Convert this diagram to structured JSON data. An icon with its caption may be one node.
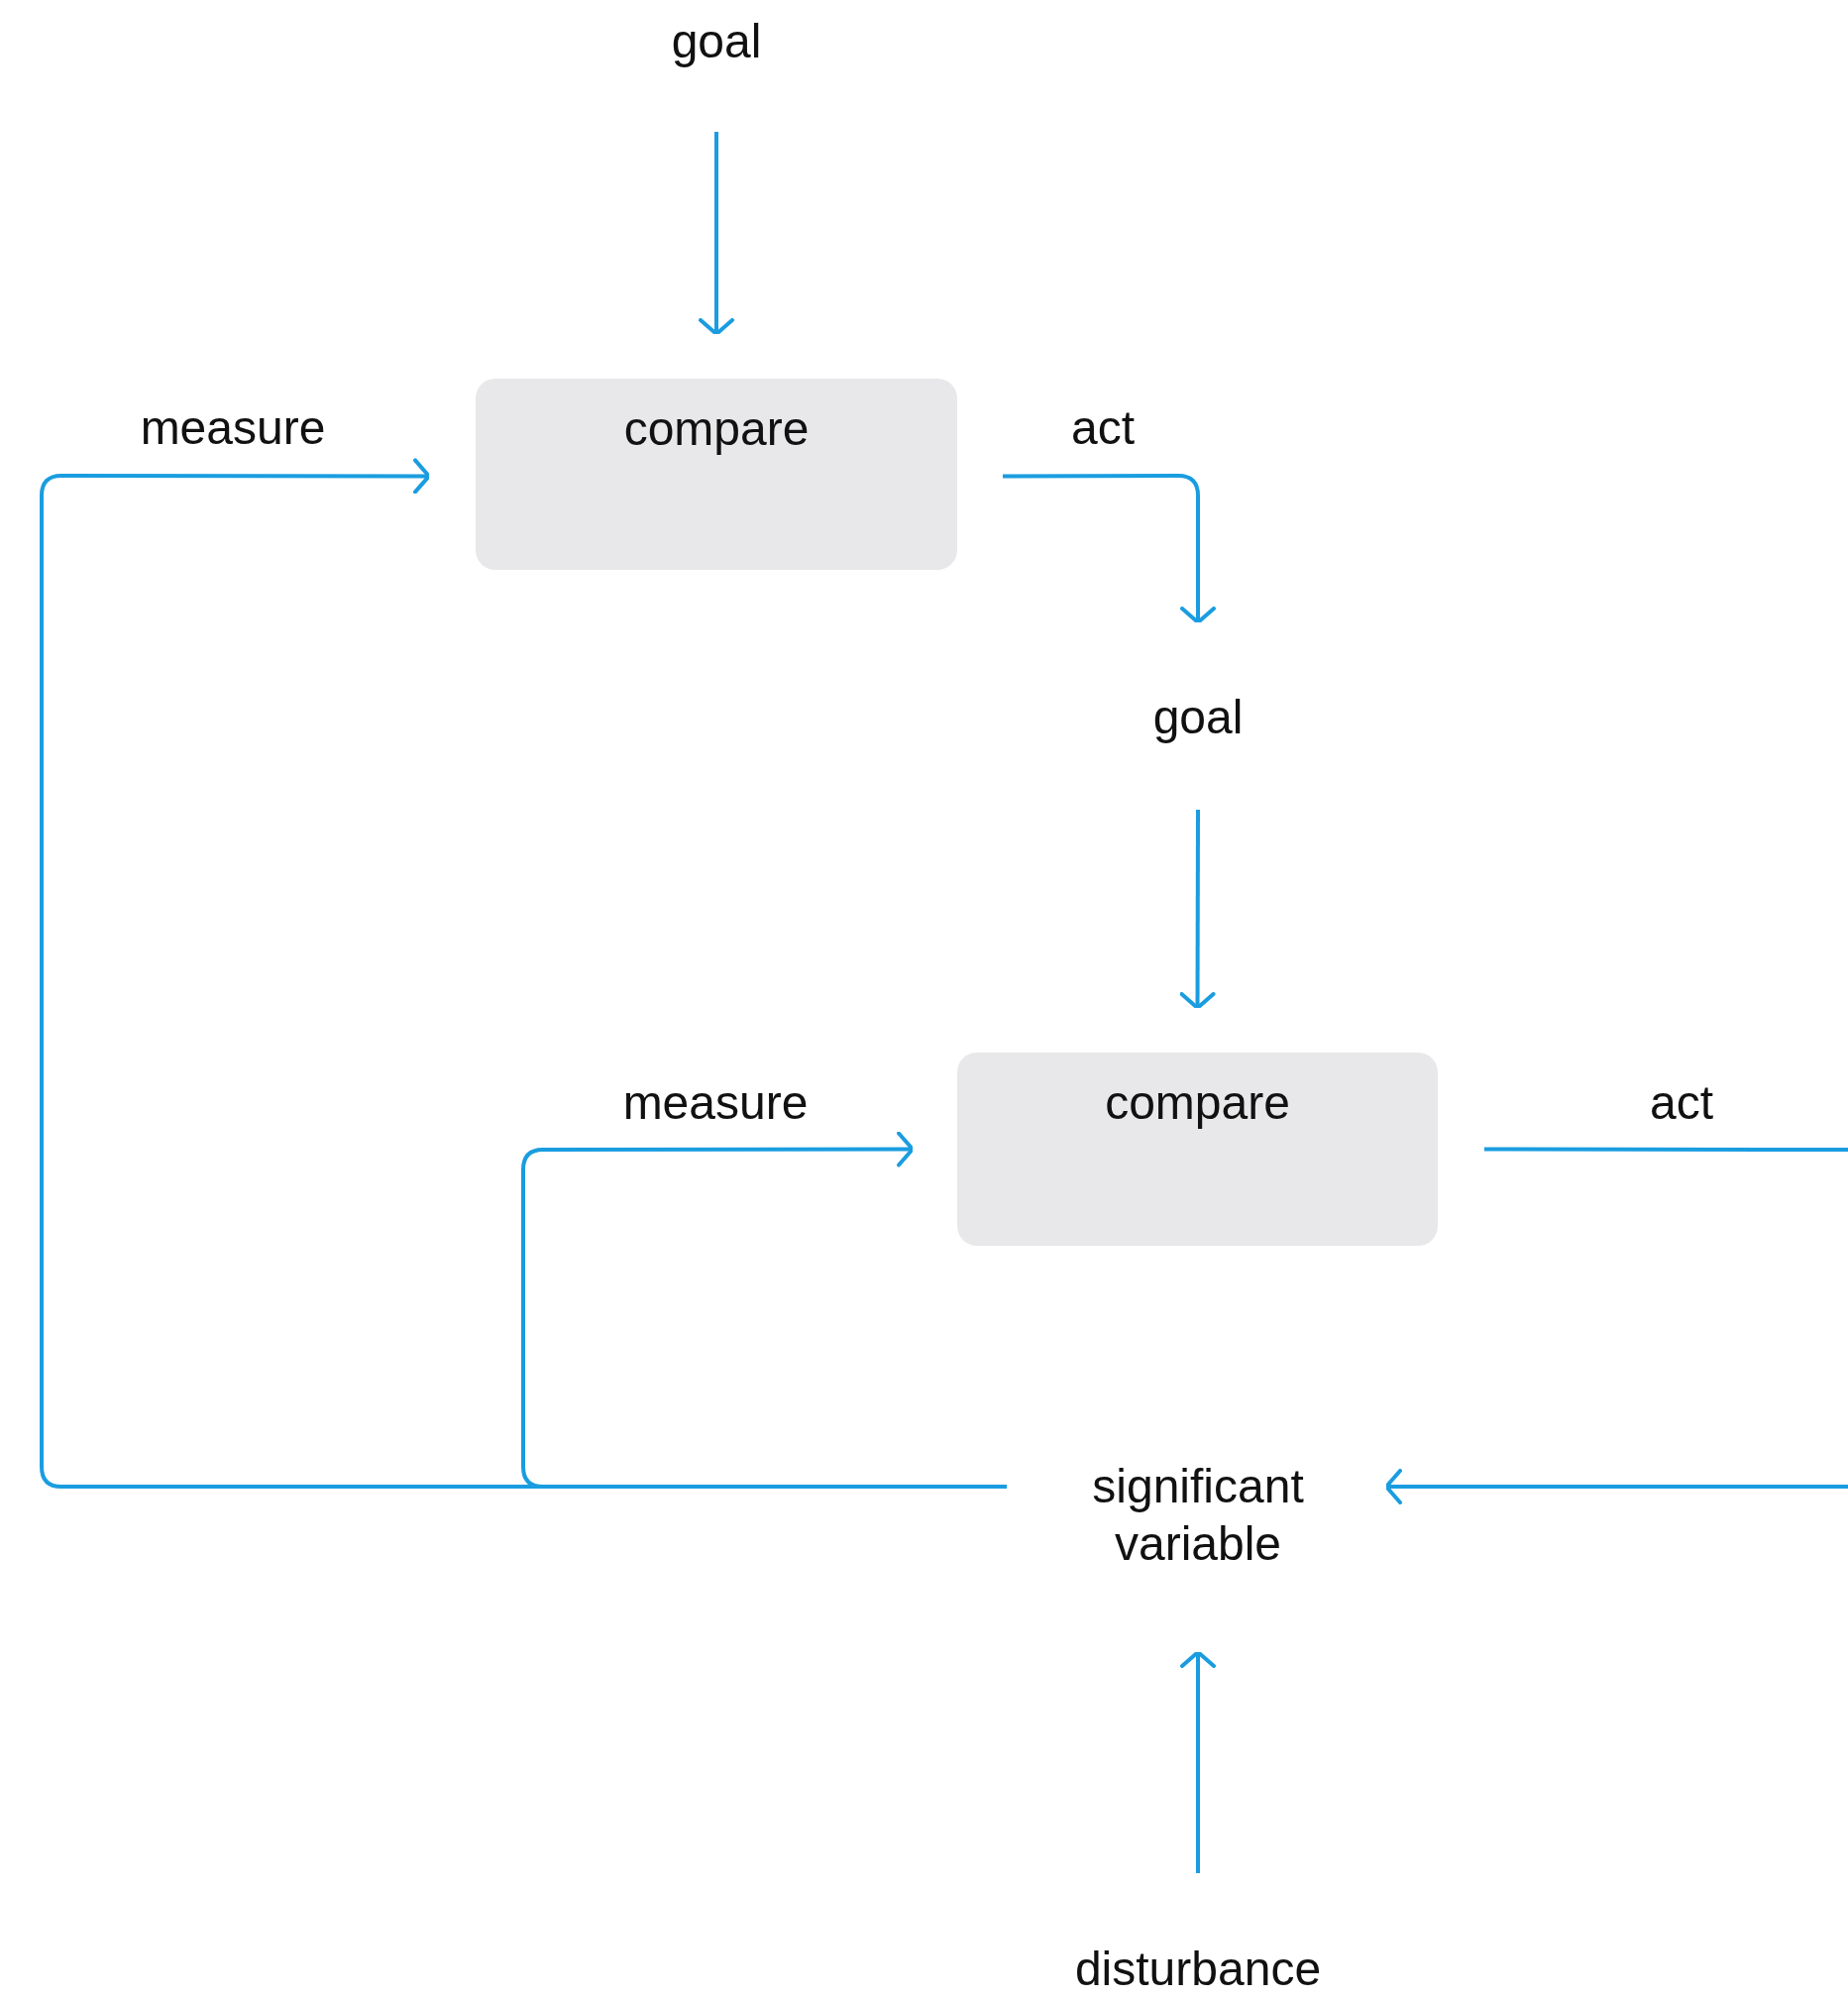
{
  "diagram": {
    "nodes": [
      {
        "text": [
          "goal"
        ]
      },
      {
        "text": [
          "compare"
        ]
      },
      {
        "text": [
          "goal"
        ]
      },
      {
        "text": [
          "compare"
        ]
      },
      {
        "text": [
          "significant variable"
        ]
      },
      {
        "text": [
          "disturbance"
        ]
      }
    ],
    "edges": [
      {
        "from": 0,
        "to": 1,
        "arrow": "to"
      },
      {
        "from": 1,
        "to": 2,
        "arrow": "to",
        "label": "act"
      },
      {
        "from": 2,
        "to": 3,
        "arrow": "to"
      },
      {
        "from": 3,
        "to": null,
        "arrow": "none",
        "label": "act"
      },
      {
        "from": null,
        "to": 4,
        "arrow": "to"
      },
      {
        "from": 4,
        "to": 3,
        "arrow": "to",
        "label": "measure"
      },
      {
        "from": 4,
        "to": 1,
        "arrow": "to",
        "label": "measure"
      },
      {
        "from": 5,
        "to": 4,
        "arrow": "to"
      }
    ]
  }
}
